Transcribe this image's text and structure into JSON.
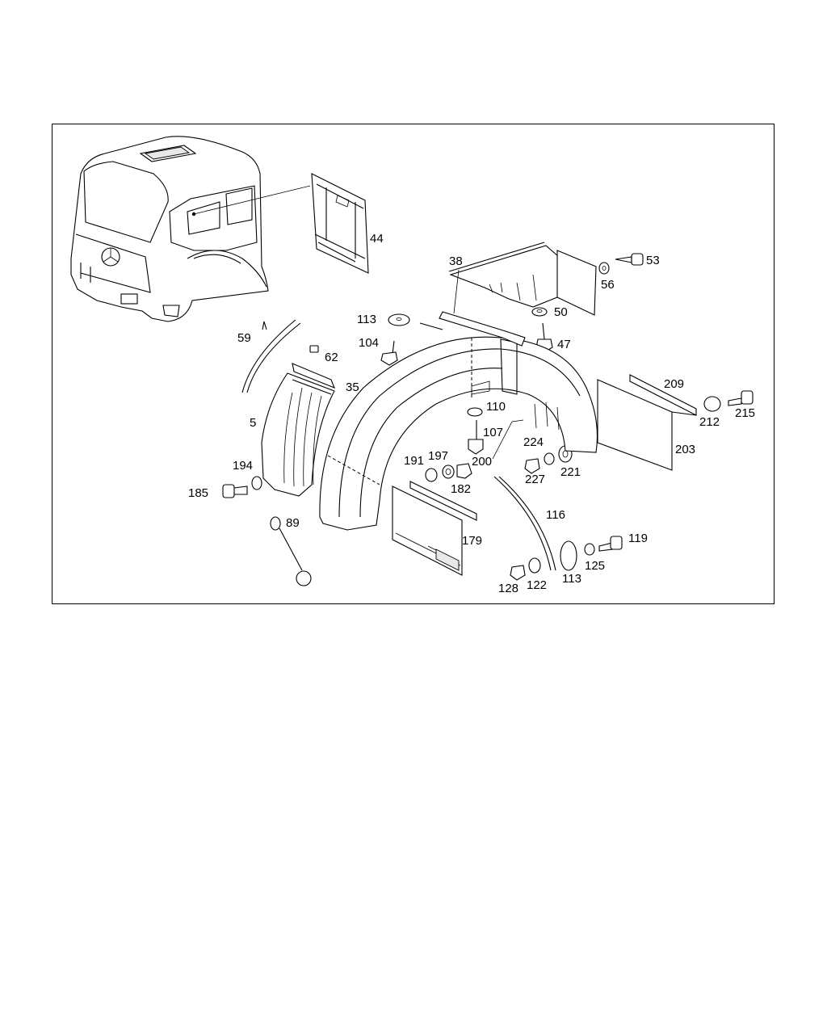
{
  "diagram": {
    "labels": [
      {
        "id": "44",
        "text": "44"
      },
      {
        "id": "38",
        "text": "38"
      },
      {
        "id": "53",
        "text": "53"
      },
      {
        "id": "56",
        "text": "56"
      },
      {
        "id": "50",
        "text": "50"
      },
      {
        "id": "47",
        "text": "47"
      },
      {
        "id": "113a",
        "text": "113"
      },
      {
        "id": "104",
        "text": "104"
      },
      {
        "id": "59",
        "text": "59"
      },
      {
        "id": "62",
        "text": "62"
      },
      {
        "id": "35",
        "text": "35"
      },
      {
        "id": "5",
        "text": "5"
      },
      {
        "id": "110",
        "text": "110"
      },
      {
        "id": "107",
        "text": "107"
      },
      {
        "id": "224",
        "text": "224"
      },
      {
        "id": "209",
        "text": "209"
      },
      {
        "id": "212",
        "text": "212"
      },
      {
        "id": "215",
        "text": "215"
      },
      {
        "id": "203",
        "text": "203"
      },
      {
        "id": "197",
        "text": "197"
      },
      {
        "id": "191",
        "text": "191"
      },
      {
        "id": "200",
        "text": "200"
      },
      {
        "id": "182",
        "text": "182"
      },
      {
        "id": "227",
        "text": "227"
      },
      {
        "id": "221",
        "text": "221"
      },
      {
        "id": "194",
        "text": "194"
      },
      {
        "id": "185",
        "text": "185"
      },
      {
        "id": "89",
        "text": "89"
      },
      {
        "id": "116",
        "text": "116"
      },
      {
        "id": "179",
        "text": "179"
      },
      {
        "id": "119",
        "text": "119"
      },
      {
        "id": "125",
        "text": "125"
      },
      {
        "id": "113b",
        "text": "113"
      },
      {
        "id": "128",
        "text": "128"
      },
      {
        "id": "122",
        "text": "122"
      }
    ]
  }
}
